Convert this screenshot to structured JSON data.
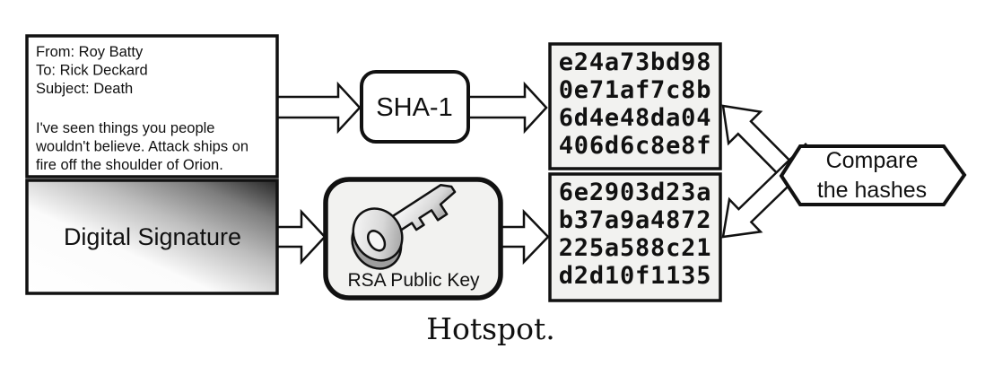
{
  "caption": "Hotspot.",
  "message_box": {
    "lines": [
      "From: Roy Batty",
      "To: Rick Deckard",
      "Subject: Death",
      "I've seen things you people",
      "wouldn't believe. Attack ships on",
      "fire off the shoulder of Orion."
    ]
  },
  "signature_box": {
    "label": "Digital Signature"
  },
  "hash_function_box": {
    "label": "SHA-1"
  },
  "public_key_box": {
    "label": "RSA Public Key"
  },
  "message_hash_box": {
    "lines": [
      "e24a73bd98",
      "0e71af7c8b",
      "6d4e48da04",
      "406d6c8e8f"
    ]
  },
  "signature_hash_box": {
    "lines": [
      "6e2903d23a",
      "b37a9a4872",
      "225a588c21",
      "d2d10f1135"
    ]
  },
  "compare_box": {
    "lines": [
      "Compare",
      "the hashes"
    ]
  },
  "icons": {
    "key": "key-icon"
  },
  "colors": {
    "border": "#111111",
    "panel_fill": "#f2f2f0",
    "white": "#ffffff",
    "gradient_dark": "#262626",
    "background": "#ffffff"
  }
}
